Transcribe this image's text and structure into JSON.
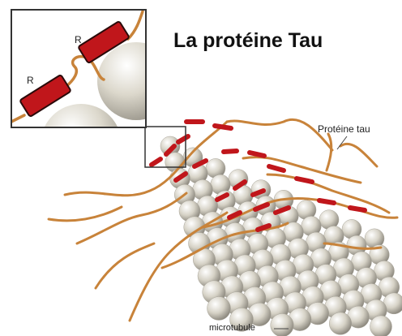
{
  "title": "La protéine Tau",
  "labels": {
    "tau_protein": "Protéine tau",
    "microtubule": "microtubule",
    "repeat_top": "R",
    "repeat_left": "R"
  },
  "colors": {
    "tau_strand": "#c8833a",
    "repeat_domain": "#c0161b",
    "tubulin": "#d8d4c8",
    "frame": "#333333"
  }
}
